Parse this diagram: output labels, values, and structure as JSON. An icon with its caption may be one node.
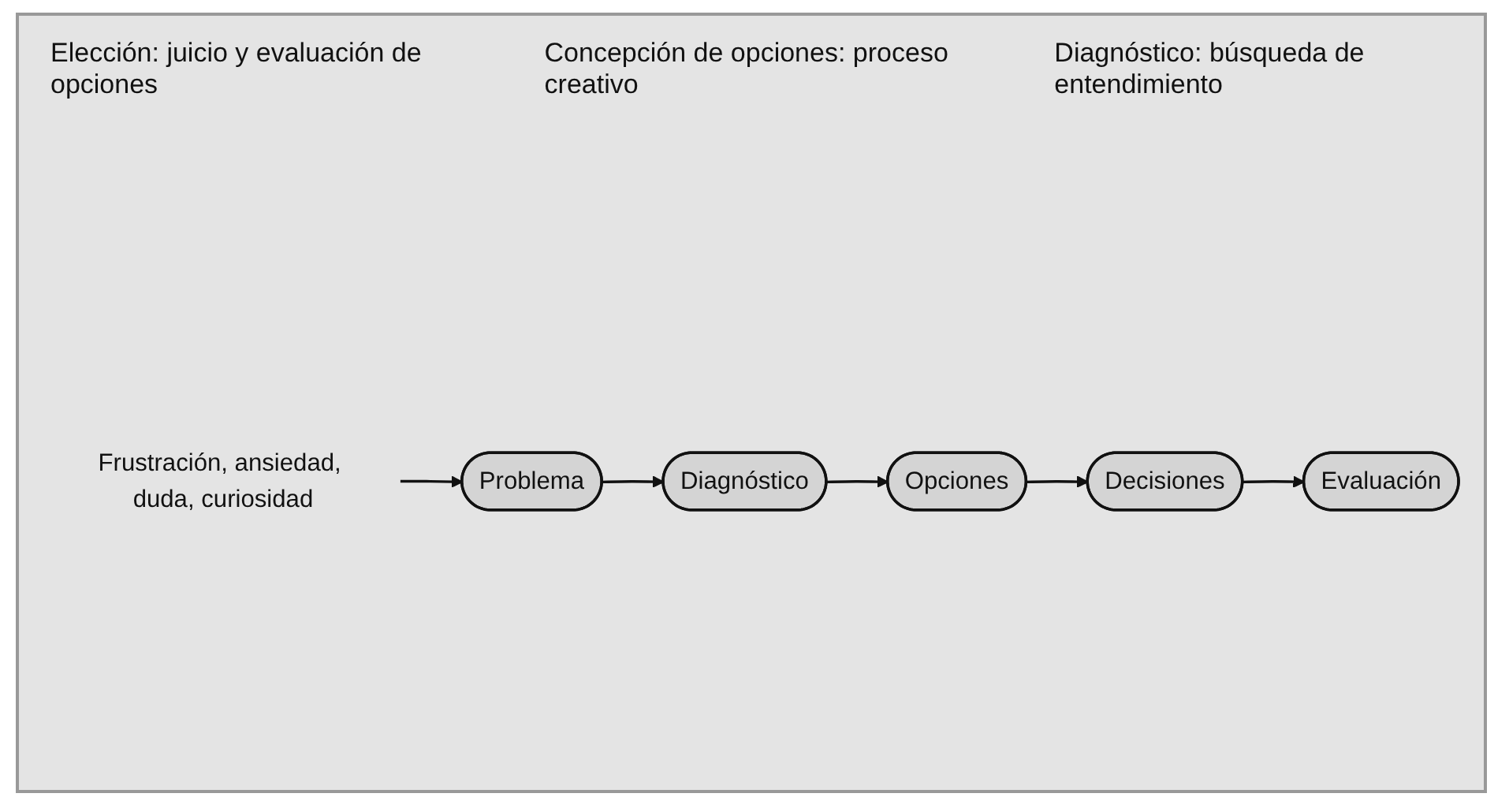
{
  "diagram": {
    "nodes": [
      {
        "text": [
          "Frustración, ansiedad, duda, curiosidad"
        ]
      },
      {
        "text": [
          "Problema"
        ]
      },
      {
        "text": [
          "Diagnóstico"
        ]
      },
      {
        "text": [
          "Opciones"
        ]
      },
      {
        "text": [
          "Decisiones"
        ]
      },
      {
        "text": [
          "Evaluación"
        ]
      }
    ],
    "edges": [
      {
        "from": 0,
        "to": 1,
        "arrow": "to"
      },
      {
        "from": 1,
        "to": 2,
        "arrow": "to"
      },
      {
        "from": 2,
        "to": 3,
        "arrow": "to"
      },
      {
        "from": 3,
        "to": 4,
        "arrow": "to"
      },
      {
        "from": 4,
        "to": 5,
        "arrow": "to"
      }
    ],
    "labels": [
      "Elección: juicio y evaluación de opciones",
      "Concepción de opciones: proceso creativo",
      "Diagnóstico: búsqueda de entendimiento"
    ]
  }
}
